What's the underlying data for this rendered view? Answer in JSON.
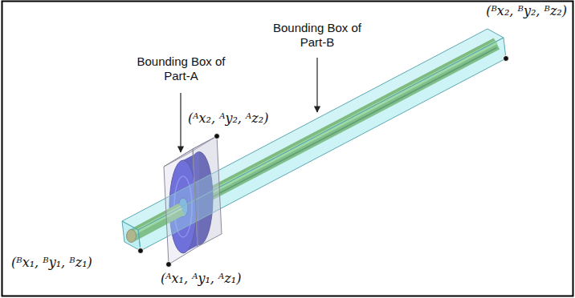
{
  "diagram": {
    "labels": [
      "(ᴮx₂, ᴮy₂, ᴮz₂)",
      "Bounding Box of Part-B",
      "Bounding Box of Part-A",
      "(ᴬx₂, ᴬy₂, ᴬz₂)",
      "(ᴮx₁, ᴮy₁, ᴮz₁)",
      "(ᴬx₁, ᴬy₁, ᴬz₁)"
    ]
  }
}
